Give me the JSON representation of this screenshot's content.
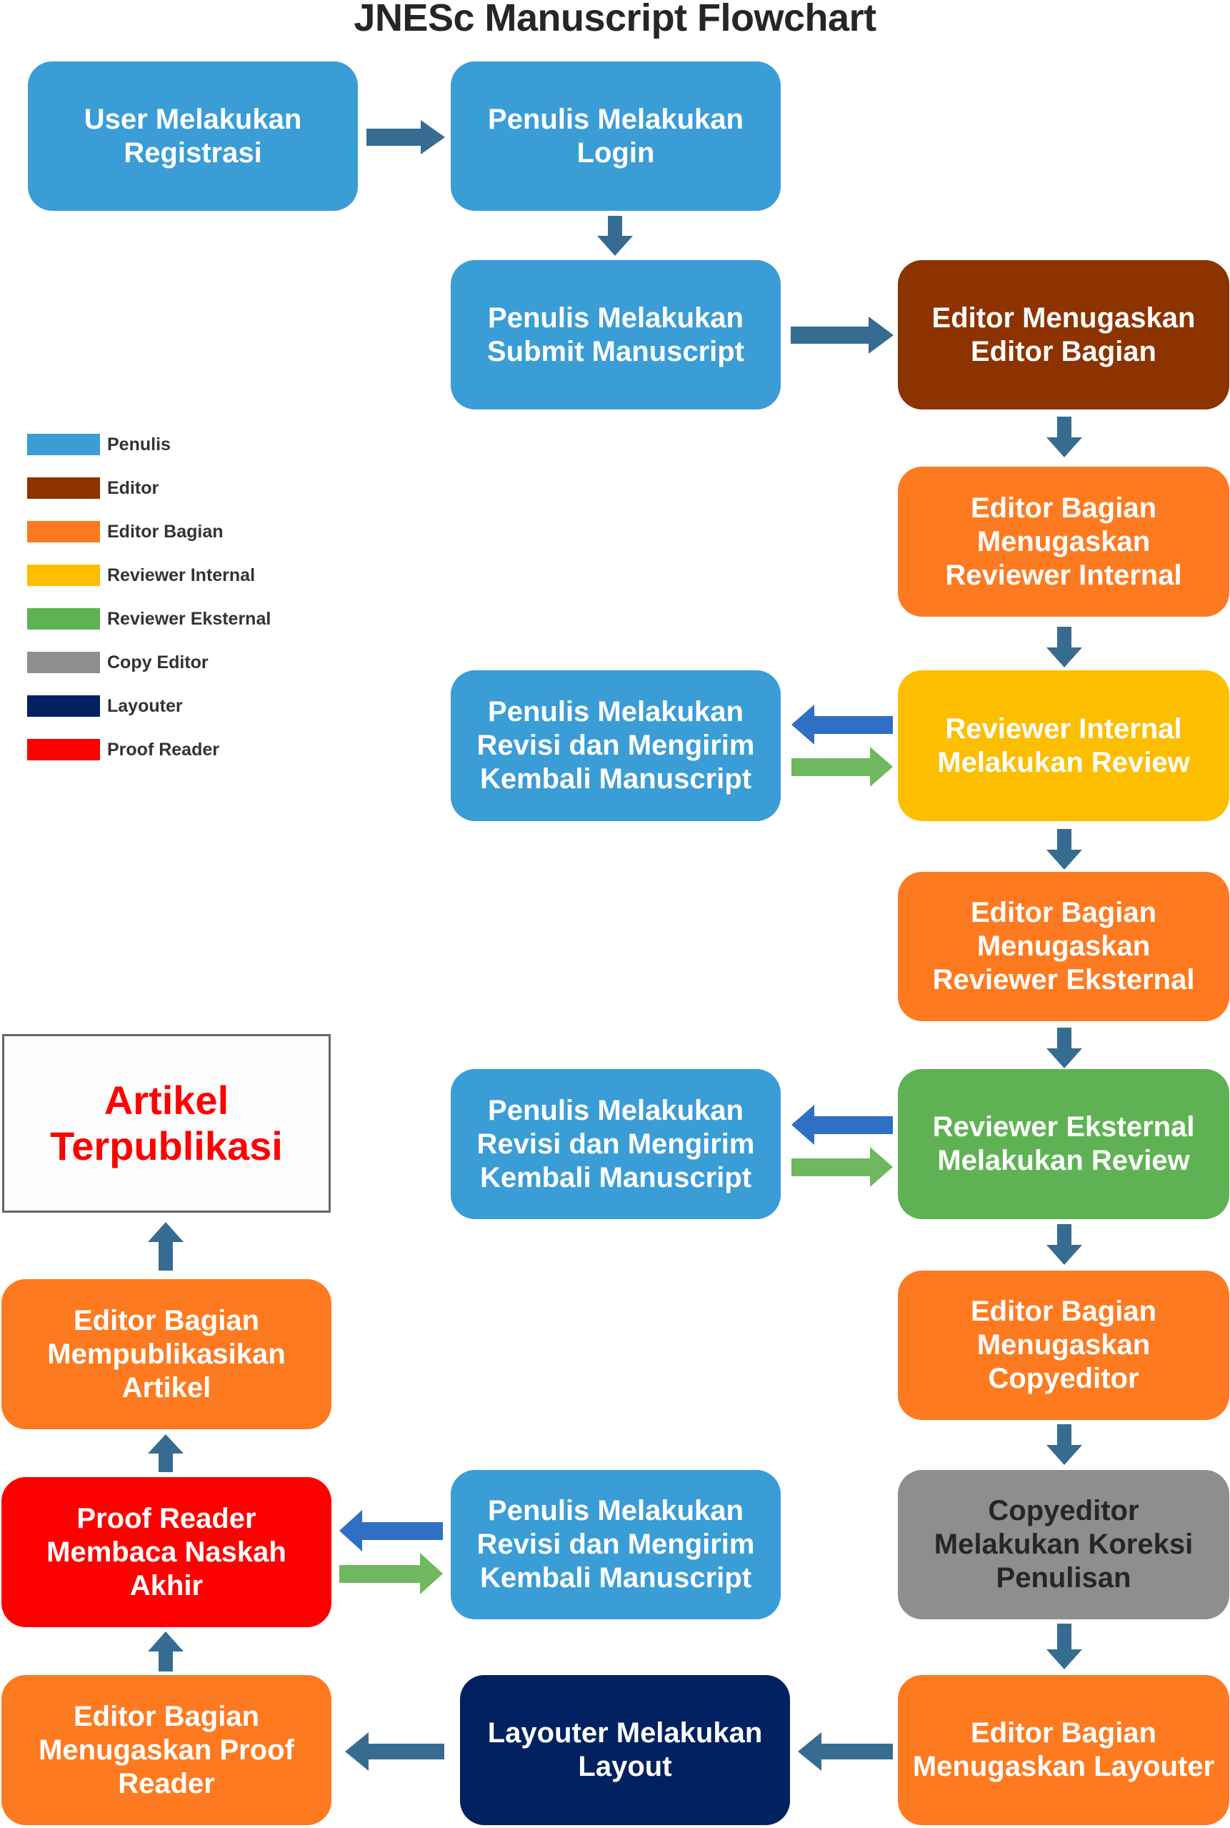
{
  "title": "JNESc Manuscript Flowchart",
  "colors": {
    "penulis": "#3A9DD5",
    "editor": "#8C3300",
    "editor_bagian": "#FE7A20",
    "reviewer_internal": "#FDBE00",
    "reviewer_eksternal": "#5FB253",
    "copy_editor": "#8E8E8E",
    "layouter": "#012160",
    "proof_reader": "#FE0000",
    "flow_arrow": "#376C92",
    "return_arrow": "#2F6FC4",
    "resubmit_arrow": "#70B860"
  },
  "legend": [
    {
      "label": "Penulis",
      "role": "penulis"
    },
    {
      "label": "Editor",
      "role": "editor"
    },
    {
      "label": "Editor Bagian",
      "role": "editor_bagian"
    },
    {
      "label": "Reviewer Internal",
      "role": "reviewer_internal"
    },
    {
      "label": "Reviewer Eksternal",
      "role": "reviewer_eksternal"
    },
    {
      "label": "Copy Editor",
      "role": "copy_editor"
    },
    {
      "label": "Layouter",
      "role": "layouter"
    },
    {
      "label": "Proof Reader",
      "role": "proof_reader"
    }
  ],
  "steps": {
    "registrasi": {
      "label": "User Melakukan\nRegistrasi",
      "role": "penulis"
    },
    "login": {
      "label": "Penulis Melakukan\nLogin",
      "role": "penulis"
    },
    "submit": {
      "label": "Penulis Melakukan\nSubmit Manuscript",
      "role": "penulis"
    },
    "editor_assign": {
      "label": "Editor Menugaskan\nEditor Bagian",
      "role": "editor"
    },
    "eb_rev_internal": {
      "label": "Editor Bagian\nMenugaskan\nReviewer Internal",
      "role": "editor_bagian"
    },
    "review_internal": {
      "label": "Reviewer Internal\nMelakukan Review",
      "role": "reviewer_internal"
    },
    "revisi_1": {
      "label": "Penulis Melakukan\nRevisi dan Mengirim\nKembali Manuscript",
      "role": "penulis"
    },
    "eb_rev_eksternal": {
      "label": "Editor Bagian\nMenugaskan\nReviewer Eksternal",
      "role": "editor_bagian"
    },
    "review_eksternal": {
      "label": "Reviewer Eksternal\nMelakukan Review",
      "role": "reviewer_eksternal"
    },
    "revisi_2": {
      "label": "Penulis Melakukan\nRevisi dan Mengirim\nKembali Manuscript",
      "role": "penulis"
    },
    "eb_copyeditor": {
      "label": "Editor Bagian\nMenugaskan\nCopyeditor",
      "role": "editor_bagian"
    },
    "copyediting": {
      "label": "Copyeditor\nMelakukan Koreksi\nPenulisan",
      "role": "copy_editor"
    },
    "revisi_3": {
      "label": "Penulis Melakukan\nRevisi dan Mengirim\nKembali Manuscript",
      "role": "penulis"
    },
    "eb_layouter": {
      "label": "Editor Bagian\nMenugaskan Layouter",
      "role": "editor_bagian"
    },
    "layout": {
      "label": "Layouter Melakukan\nLayout",
      "role": "layouter"
    },
    "eb_proof": {
      "label": "Editor Bagian\nMenugaskan Proof\nReader",
      "role": "editor_bagian"
    },
    "proofread": {
      "label": "Proof Reader\nMembaca Naskah\nAkhir",
      "role": "proof_reader"
    },
    "eb_publish": {
      "label": "Editor Bagian\nMempublikasikan\nArtikel",
      "role": "editor_bagian"
    },
    "published": {
      "label": "Artikel\nTerpublikasi",
      "role": "final"
    }
  },
  "connections": [
    {
      "from": "registrasi",
      "to": "login",
      "type": "flow"
    },
    {
      "from": "login",
      "to": "submit",
      "type": "flow"
    },
    {
      "from": "submit",
      "to": "editor_assign",
      "type": "flow"
    },
    {
      "from": "editor_assign",
      "to": "eb_rev_internal",
      "type": "flow"
    },
    {
      "from": "eb_rev_internal",
      "to": "review_internal",
      "type": "flow"
    },
    {
      "from": "review_internal",
      "to": "revisi_1",
      "type": "return"
    },
    {
      "from": "revisi_1",
      "to": "review_internal",
      "type": "resubmit"
    },
    {
      "from": "review_internal",
      "to": "eb_rev_eksternal",
      "type": "flow"
    },
    {
      "from": "eb_rev_eksternal",
      "to": "review_eksternal",
      "type": "flow"
    },
    {
      "from": "review_eksternal",
      "to": "revisi_2",
      "type": "return"
    },
    {
      "from": "revisi_2",
      "to": "review_eksternal",
      "type": "resubmit"
    },
    {
      "from": "review_eksternal",
      "to": "eb_copyeditor",
      "type": "flow"
    },
    {
      "from": "eb_copyeditor",
      "to": "copyediting",
      "type": "flow"
    },
    {
      "from": "copyediting",
      "to": "eb_layouter",
      "type": "flow"
    },
    {
      "from": "eb_layouter",
      "to": "layout",
      "type": "flow"
    },
    {
      "from": "layout",
      "to": "eb_proof",
      "type": "flow"
    },
    {
      "from": "eb_proof",
      "to": "proofread",
      "type": "flow"
    },
    {
      "from": "revisi_3",
      "to": "proofread",
      "type": "return"
    },
    {
      "from": "proofread",
      "to": "revisi_3",
      "type": "resubmit"
    },
    {
      "from": "proofread",
      "to": "eb_publish",
      "type": "flow"
    },
    {
      "from": "eb_publish",
      "to": "published",
      "type": "flow"
    }
  ]
}
